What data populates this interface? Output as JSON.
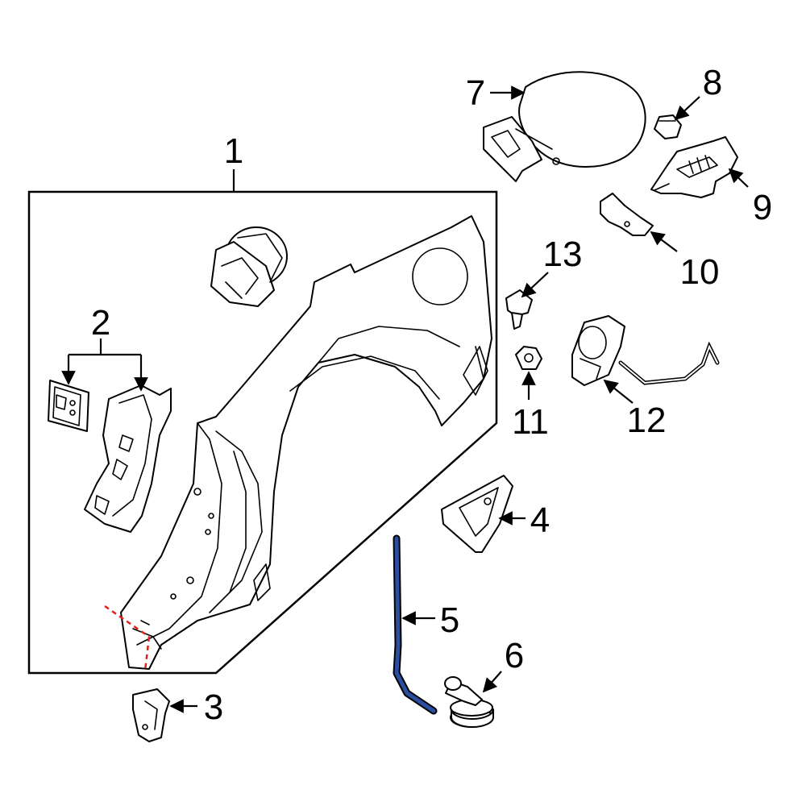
{
  "callouts": {
    "c1": "1",
    "c2": "2",
    "c3": "3",
    "c4": "4",
    "c5": "5",
    "c6": "6",
    "c7": "7",
    "c8": "8",
    "c9": "9",
    "c10": "10",
    "c11": "11",
    "c12": "12",
    "c13": "13"
  },
  "colors": {
    "line": "#000000",
    "seal": "#2b4fa0",
    "cut_line": "#e0201a",
    "background": "#ffffff"
  }
}
